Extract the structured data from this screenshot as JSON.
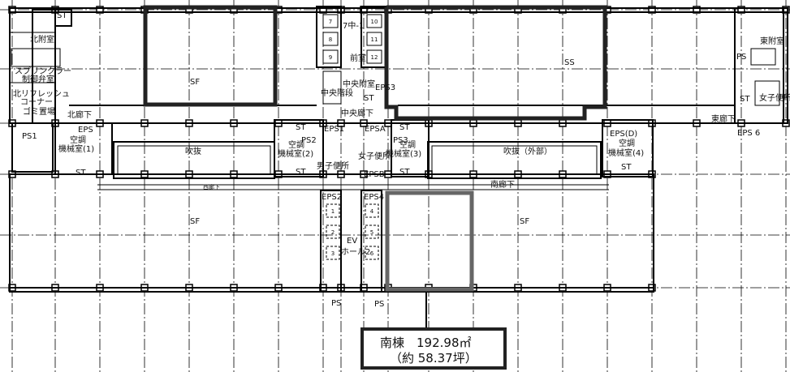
{
  "north": {
    "st1": "ST",
    "north_annex": "北附室",
    "sprinkler_1": "スプリンクラー",
    "sprinkler_2": "制御弁室",
    "refresh_1": "北リフレッシュ",
    "refresh_2": "コーナー",
    "garbage": "ゴミ置場",
    "north_corridor": "北廊下",
    "ps1": "PS1",
    "eps": "EPS",
    "ac1_1": "空調",
    "ac1_2": "機械室(1)",
    "st2": "ST",
    "sf": "SF",
    "ev_hall": "7中-1",
    "front_room": "前室",
    "central_annex": "中央附室",
    "central_stairs": "中央階段",
    "eps3": "EPS3",
    "st3": "ST",
    "central_corridor": "中央廊下",
    "ss": "SS",
    "east_annex": "東附室",
    "ps": "PS",
    "st4": "ST",
    "womens_wc_east": "女子便所",
    "east_corridor": "東廊下",
    "eps6": "EPS 6"
  },
  "middle": {
    "st_a": "ST",
    "eps1": "EPS1",
    "epsa": "EPSA",
    "st_b": "ST",
    "ps2": "PS2",
    "ps3": "PS3",
    "ac2_1": "空調",
    "ac2_2": "機械室(2)",
    "ac3_1": "空調",
    "ac3_2": "機械室(3)",
    "mens_wc": "男子便所",
    "womens_wc": "女子便所",
    "st_c": "ST",
    "epsb": "EPSB",
    "st_d": "ST",
    "epsd": "EPS(D)",
    "ac4_1": "空調",
    "ac4_2": "機械室(4)",
    "st_e": "ST",
    "atrium": "吹抜",
    "atrium_ext": "吹抜（外部）"
  },
  "south": {
    "west_corridor": "西廊下",
    "south_corridor": "南廊下",
    "eps2": "EPS2",
    "eps4": "EPS4",
    "sf_west": "SF",
    "sf_east": "SF",
    "ev": "EV",
    "hall": "ホール2",
    "ps_a": "PS",
    "ps_b": "PS"
  },
  "elevators": [
    "1",
    "2",
    "3",
    "4",
    "5",
    "6",
    "7",
    "8",
    "9",
    "10",
    "11",
    "12"
  ],
  "callout": {
    "line1": "南棟　192.98㎡",
    "line2": "（約 58.37坪）"
  },
  "colors": {
    "highlight_dark": "#222222",
    "highlight_gray": "#666666"
  }
}
